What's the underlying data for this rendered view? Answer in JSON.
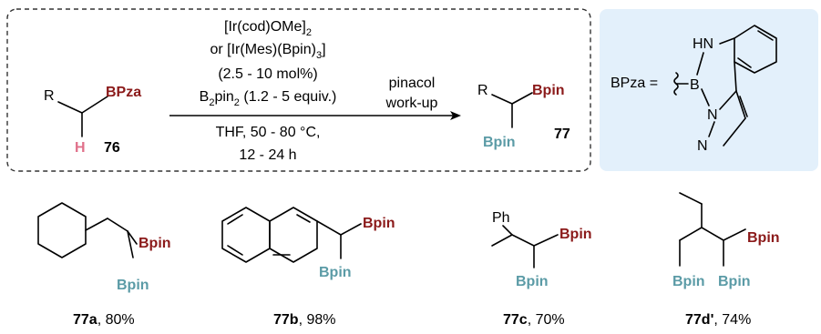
{
  "colors": {
    "bpin_red": "#8b1a1a",
    "bpin_teal": "#5b9ba6",
    "hydrogen": "#e0708a",
    "panel_bg": "#e3f0fb",
    "dash_border": "#333333"
  },
  "reaction": {
    "sm_R": "R",
    "sm_BPza": "BPza",
    "sm_H": "H",
    "sm_label": "76",
    "cond_1": "[Ir(cod)OMe]",
    "cond_1_sub": "2",
    "cond_2": "or [Ir(Mes)(Bpin)",
    "cond_2_sub": "3",
    "cond_2_end": "]",
    "cond_3": "(2.5 - 10 mol%)",
    "cond_4_a": "B",
    "cond_4_sub1": "2",
    "cond_4_b": "pin",
    "cond_4_sub2": "2",
    "cond_4_c": " (1.2 - 5 equiv.)",
    "cond_5": "THF, 50 - 80 °C,",
    "cond_6": "12 - 24 h",
    "workup_1": "pinacol",
    "workup_2": "work-up",
    "prod_R": "R",
    "prod_Bpin_top": "Bpin",
    "prod_Bpin_bottom": "Bpin",
    "prod_label": "77"
  },
  "bpza_panel": {
    "eq_label": "BPza =",
    "HN": "HN",
    "B": "B",
    "N1": "N",
    "N2": "N"
  },
  "products": [
    {
      "name": "77a",
      "yield": ", 80%",
      "bpin_red": "Bpin",
      "bpin_teal": "Bpin"
    },
    {
      "name": "77b",
      "yield": ", 98%",
      "bpin_red": "Bpin",
      "bpin_teal": "Bpin"
    },
    {
      "name": "77c",
      "yield": ", 70%",
      "bpin_red": "Bpin",
      "bpin_teal": "Bpin",
      "substituent": "Ph"
    },
    {
      "name": "77d'",
      "yield": ", 74%",
      "bpin_red": "Bpin",
      "bpin_teal": "Bpin",
      "bpin_teal_2": "Bpin"
    }
  ]
}
